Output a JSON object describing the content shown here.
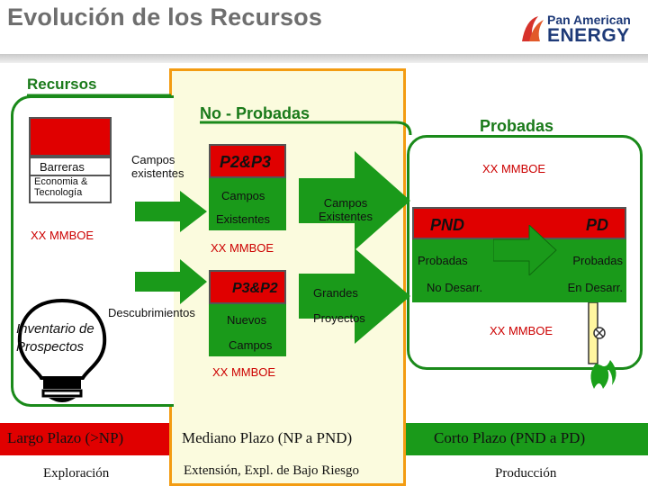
{
  "page": {
    "title": "Evolución de los Recursos"
  },
  "logo": {
    "line1": "Pan American",
    "line2": "ENERGY"
  },
  "diagram": {
    "recursos_label": "Recursos",
    "no_probadas_label": "No - Probadas",
    "probadas_label": "Probadas",
    "left": {
      "barreras": "Barreras",
      "economia_tecnologia": "Economia & Tecnología",
      "mmboe": "XX MMBOE",
      "inventario": "Inventario de Prospectos",
      "campos_existentes": "Campos existentes",
      "descubrimientos": "Descubrimientos"
    },
    "middle": {
      "p2p3": "P2&P3",
      "campos": "Campos",
      "existentes": "Existentes",
      "mmboe_top": "XX MMBOE",
      "p3p2": "P3&P2",
      "nuevos": "Nuevos",
      "campos_bottom": "Campos",
      "mmboe_bottom": "XX MMBOE",
      "campos_existentes_arrow": "Campos Existentes",
      "grandes": "Grandes",
      "proyectos": "Proyectos"
    },
    "right": {
      "mmboe_top": "XX MMBOE",
      "pnd": "PND",
      "pd": "PD",
      "probadas_left": "Probadas",
      "probadas_right": "Probadas",
      "no_desarr": "No Desarr.",
      "en_desarr": "En Desarr.",
      "mmboe_bottom": "XX MMBOE"
    }
  },
  "bottom": {
    "largo_plazo": "Largo Plazo (>NP)",
    "mediano_plazo": "Mediano Plazo (NP a PND)",
    "corto_plazo": "Corto Plazo (PND a PD)",
    "exploracion": "Exploración",
    "extension": "Extensión, Expl. de Bajo Riesgo",
    "produccion": "Producción"
  },
  "colors": {
    "green": "#1a8a1a",
    "red": "#e00000",
    "orange": "#f39c12",
    "yellow_panel": "#fbfbde",
    "label_red": "#cc0000"
  },
  "icons": [
    "lightbulb-icon",
    "arrow-right-icon",
    "gas-flare-icon",
    "logo-mark-icon"
  ]
}
